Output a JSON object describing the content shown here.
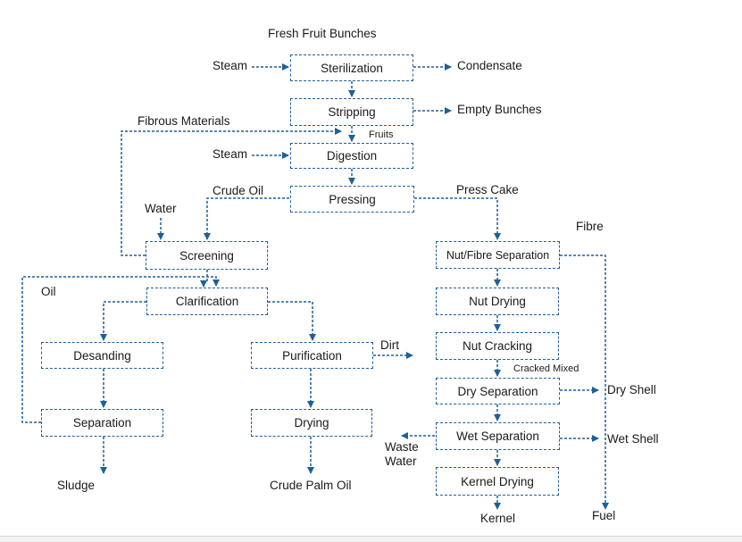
{
  "diagram": {
    "nodes": {
      "sterilization": "Sterilization",
      "stripping": "Stripping",
      "digestion": "Digestion",
      "pressing": "Pressing",
      "screening": "Screening",
      "clarification": "Clarification",
      "desanding": "Desanding",
      "separation": "Separation",
      "purification": "Purification",
      "drying": "Drying",
      "nut_fibre_separation": "Nut/Fibre Separation",
      "nut_drying": "Nut Drying",
      "nut_cracking": "Nut Cracking",
      "dry_separation": "Dry Separation",
      "wet_separation": "Wet Separation",
      "kernel_drying": "Kernel  Drying"
    },
    "labels": {
      "fresh_fruit_bunches": "Fresh Fruit Bunches",
      "steam_1": "Steam",
      "condensate": "Condensate",
      "empty_bunches": "Empty Bunches",
      "fibrous_materials": "Fibrous Materials",
      "fruits": "Fruits",
      "steam_2": "Steam",
      "crude_oil": "Crude Oil",
      "press_cake": "Press Cake",
      "water": "Water",
      "fibre": "Fibre",
      "oil": "Oil",
      "dirt": "Dirt",
      "cracked_mixed": "Cracked Mixed",
      "dry_shell": "Dry Shell",
      "wet_shell": "Wet Shell",
      "waste": "Waste",
      "water_2": "Water",
      "sludge": "Sludge",
      "crude_palm_oil": "Crude Palm Oil",
      "kernel": "Kernel",
      "fuel": "Fuel"
    },
    "colors": {
      "line": "#1f5f99",
      "text": "#1a1a1a"
    }
  }
}
